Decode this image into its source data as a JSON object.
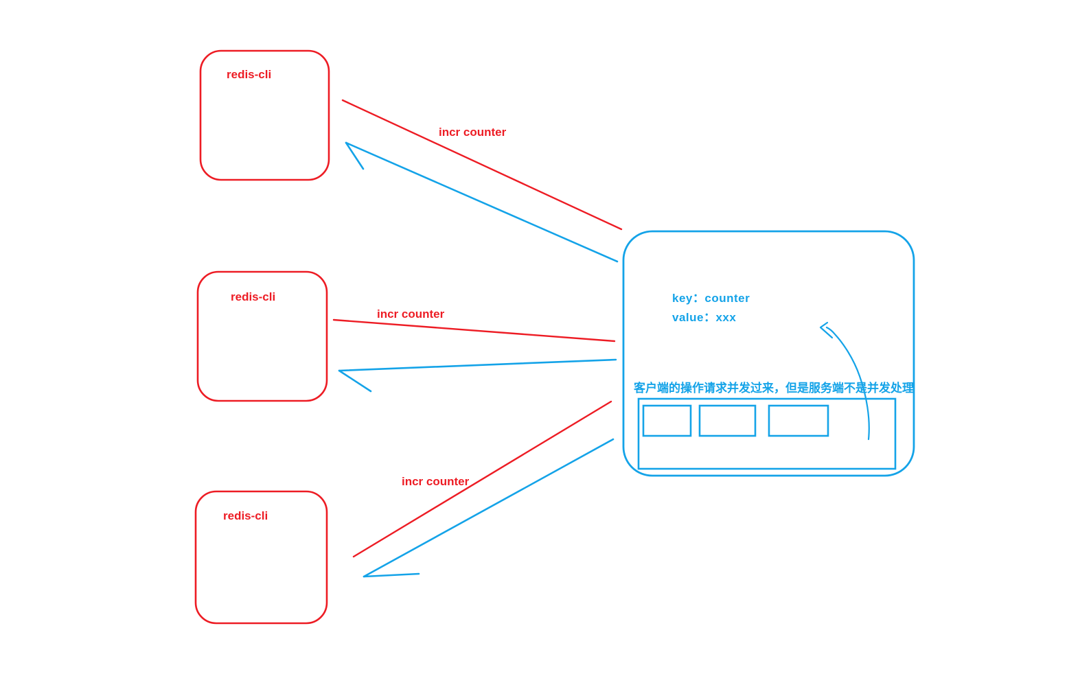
{
  "diagram": {
    "title": "redis-cli concurrent requests to single-threaded server",
    "colors": {
      "client_red": "#ED1C24",
      "server_blue": "#14A3E8",
      "background": "#FFFFFF"
    },
    "clients": [
      {
        "label": "redis-cli"
      },
      {
        "label": "redis-cli"
      },
      {
        "label": "redis-cli"
      }
    ],
    "edges": [
      {
        "label": "incr counter"
      },
      {
        "label": "incr counter"
      },
      {
        "label": "incr counter"
      }
    ],
    "server": {
      "key_line": "key：counter",
      "value_line": "value：xxx",
      "note": "客户端的操作请求并发过来，但是服务端不是并发处理",
      "queue_slots": [
        "",
        "",
        ""
      ]
    }
  }
}
